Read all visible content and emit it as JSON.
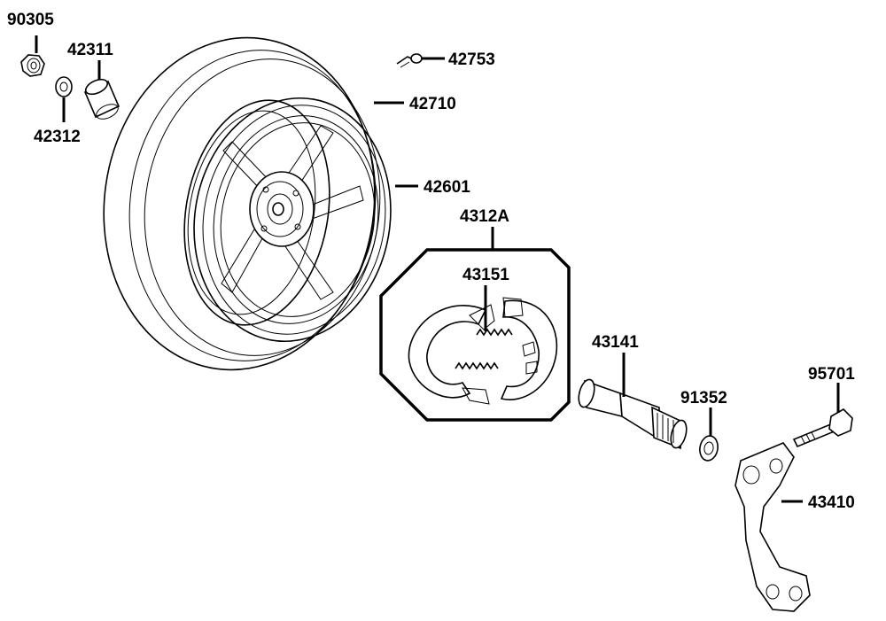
{
  "diagram": {
    "type": "exploded-parts-view",
    "labels": {
      "p90305": "90305",
      "p42311": "42311",
      "p42312": "42312",
      "p42753": "42753",
      "p42710": "42710",
      "p42601": "42601",
      "p4312A": "4312A",
      "p43151": "43151",
      "p43141": "43141",
      "p91352": "91352",
      "p95701": "95701",
      "p43410": "43410"
    },
    "colors": {
      "ink": "#000000",
      "background": "#ffffff"
    }
  }
}
